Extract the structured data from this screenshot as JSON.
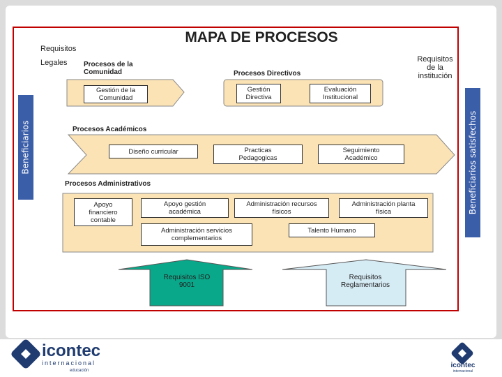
{
  "title": "MAPA DE PROCESOS",
  "left_side_label": "Beneficiarios",
  "right_side_label": "Beneficiarios satisfechos",
  "top_left": {
    "line1": "Requisitos",
    "line2": "Legales"
  },
  "top_right": {
    "line1": "Requisitos",
    "line2": "de la",
    "line3": "institución"
  },
  "comunidad": {
    "header_line1": "Procesos de la",
    "header_line2": "Comunidad",
    "box_line1": "Gestión de la",
    "box_line2": "Comunidad"
  },
  "directivos": {
    "header": "Procesos Directivos",
    "box1_line1": "Gestión",
    "box1_line2": "Directiva",
    "box2_line1": "Evaluación",
    "box2_line2": "Institucional"
  },
  "academicos": {
    "header": "Procesos Académicos",
    "box1": "Diseño curricular",
    "box2_line1": "Practicas",
    "box2_line2": "Pedagogicas",
    "box3_line1": "Seguimiento",
    "box3_line2": "Académico"
  },
  "administrativos": {
    "header": "Procesos Administrativos",
    "box1_line1": "Apoyo",
    "box1_line2": "financiero",
    "box1_line3": "contable",
    "box2_line1": "Apoyo gestión",
    "box2_line2": "académica",
    "box3_line1": "Administración recursos",
    "box3_line2": "físicos",
    "box4_line1": "Administración planta",
    "box4_line2": "física",
    "box5_line1": "Administración servicios",
    "box5_line2": "complementarios",
    "box6": "Talento Humano"
  },
  "arrows": {
    "iso_line1": "Requisitos ISO",
    "iso_line2": "9001",
    "reg_line1": "Requisitos",
    "reg_line2": "Reglamentarios",
    "iso_color": "#0aa88a",
    "reg_color": "#d6ecf5"
  },
  "footer": {
    "logo_name": "icontec",
    "logo_sub": "internacional",
    "logo_tag": "educación",
    "right_logo_name": "icontec",
    "right_logo_sub": "internacional"
  },
  "colors": {
    "band": "#fbe3b6",
    "side": "#3b5ea8",
    "border": "#c00000",
    "logo": "#1f3b70"
  }
}
